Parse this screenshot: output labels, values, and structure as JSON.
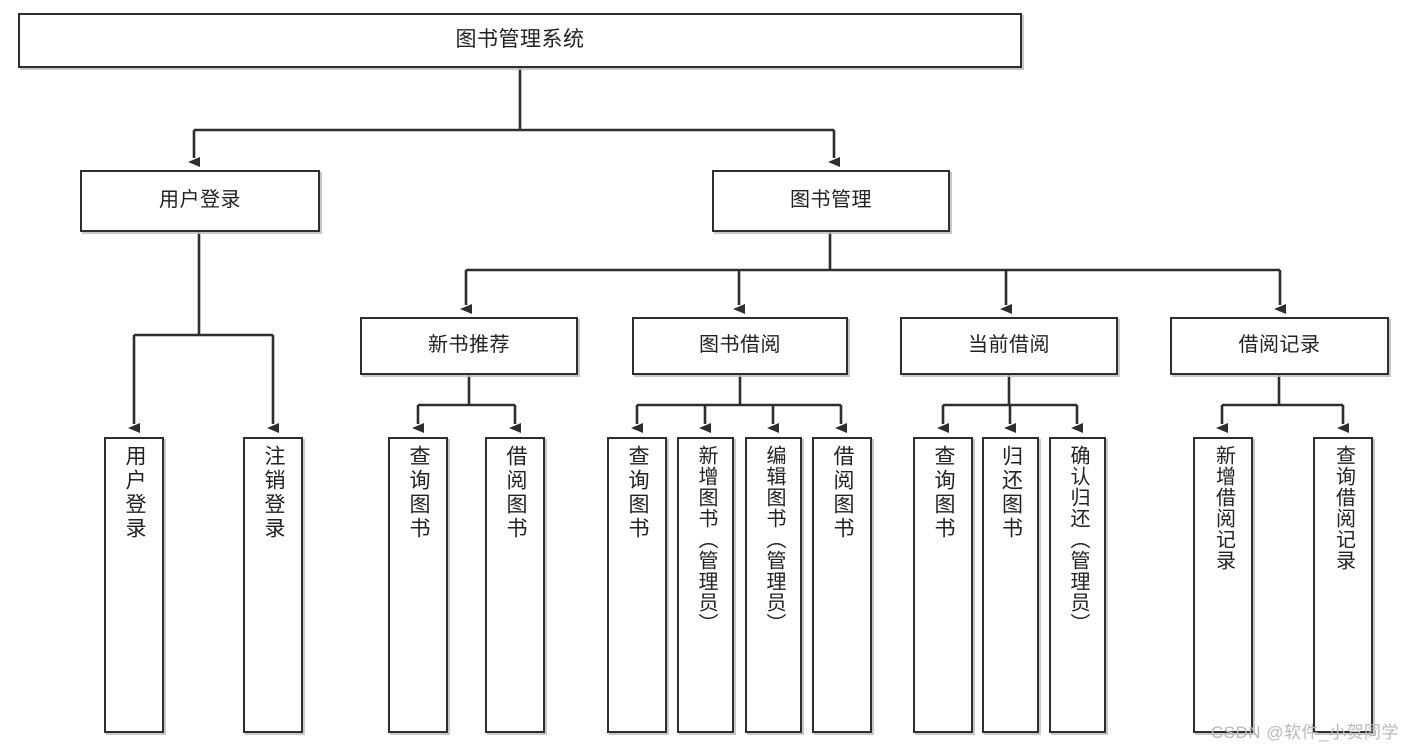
{
  "diagram": {
    "title": "图书管理系统",
    "type": "hierarchy-tree",
    "root": {
      "label": "图书管理系统"
    },
    "level2": [
      {
        "label": "用户登录"
      },
      {
        "label": "图书管理"
      }
    ],
    "level3": [
      {
        "label": "新书推荐"
      },
      {
        "label": "图书借阅"
      },
      {
        "label": "当前借阅"
      },
      {
        "label": "借阅记录"
      }
    ],
    "leaves": {
      "user_login": [
        {
          "label": "用户登录"
        },
        {
          "label": "注销登录"
        }
      ],
      "new_book_recommend": [
        {
          "label": "查询图书"
        },
        {
          "label": "借阅图书"
        }
      ],
      "book_borrow": [
        {
          "label": "查询图书"
        },
        {
          "label": "新增图书（管理员）"
        },
        {
          "label": "编辑图书（管理员）"
        },
        {
          "label": "借阅图书"
        }
      ],
      "current_borrow": [
        {
          "label": "查询图书"
        },
        {
          "label": "归还图书"
        },
        {
          "label": "确认归还（管理员）"
        }
      ],
      "borrow_record": [
        {
          "label": "新增借阅记录"
        },
        {
          "label": "查询借阅记录"
        }
      ]
    }
  },
  "watermark": {
    "text": "CSDN @软件_小贺同学"
  },
  "colors": {
    "box_border": "#2e2e2e",
    "box_fill": "#ffffff",
    "connector": "#2e2e2e",
    "text": "#222222",
    "watermark": "#b9b9b9",
    "shadow": "#bebebe"
  }
}
